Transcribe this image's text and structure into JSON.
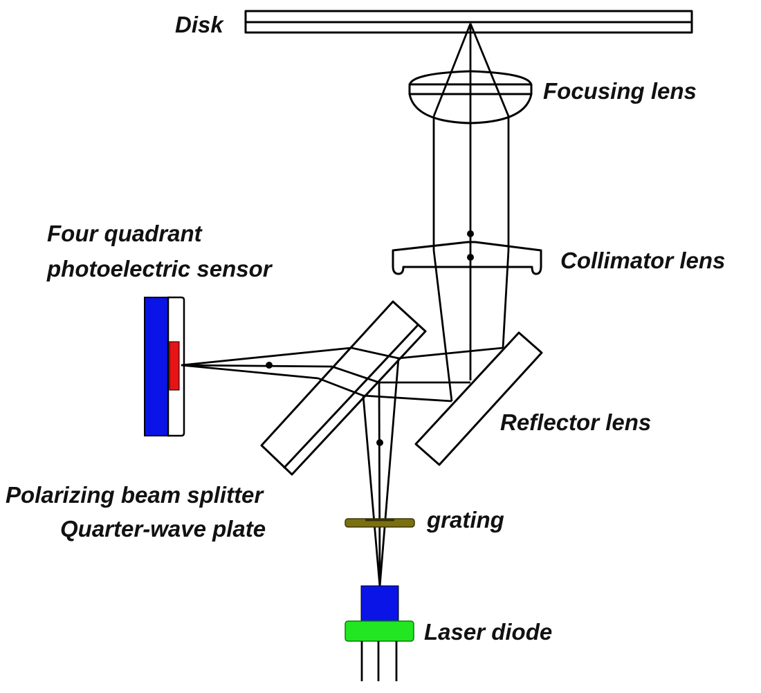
{
  "title": "Optical pickup head schematic",
  "labels": {
    "disk": "Disk",
    "focusing_lens": "Focusing lens",
    "collimator_lens": "Collimator lens",
    "sensor_line1": "Four quadrant",
    "sensor_line2": "photoelectric sensor",
    "reflector_lens": "Reflector lens",
    "beam_splitter": "Polarizing beam splitter",
    "quarter_wave_plate": "Quarter-wave plate",
    "grating": "grating",
    "laser_diode": "Laser diode"
  },
  "colors": {
    "sensor_body": "#0a14e6",
    "sensor_active_area": "#e61414",
    "grating": "#7a7012",
    "laser_chip": "#0a14e6",
    "laser_base": "#22e622",
    "line": "#000000"
  }
}
